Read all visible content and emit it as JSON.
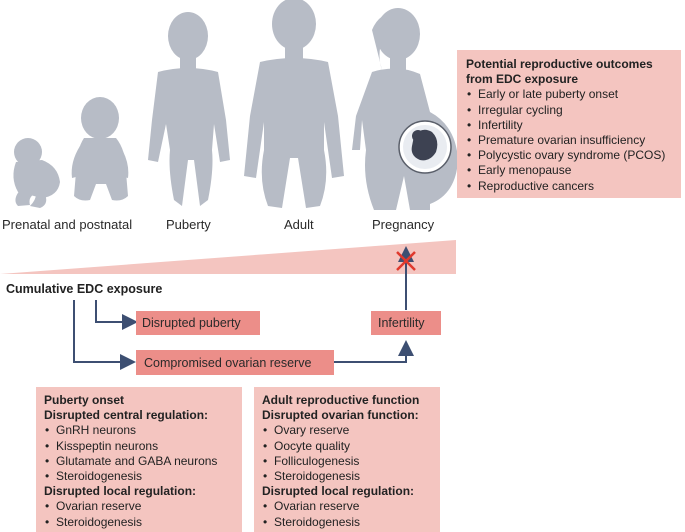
{
  "colors": {
    "silhouette": "#b7bcc6",
    "box_light": "#f4c5c0",
    "box_strong": "#ec8e89",
    "arrow": "#3d4f72",
    "cross": "#e0392d"
  },
  "stages": [
    {
      "label": "Prenatal and postnatal",
      "icon": "infant-silhouette"
    },
    {
      "label": "Puberty",
      "icon": "adolescent-silhouette"
    },
    {
      "label": "Adult",
      "icon": "adult-silhouette"
    },
    {
      "label": "Pregnancy",
      "icon": "pregnant-silhouette"
    }
  ],
  "outcomes": {
    "title_line1": "Potential reproductive outcomes",
    "title_line2": "from EDC exposure",
    "items": [
      "Early or late puberty onset",
      "Irregular cycling",
      "Infertility",
      "Premature ovarian insufficiency",
      "Polycystic ovary syndrome (PCOS)",
      "Early menopause",
      "Reproductive cancers"
    ]
  },
  "exposure_label": "Cumulative EDC exposure",
  "effects": {
    "disrupted_puberty": "Disrupted puberty",
    "compromised_reserve": "Compromised ovarian reserve",
    "infertility": "Infertility"
  },
  "puberty_panel": {
    "heading": "Puberty onset",
    "central_title": "Disrupted central regulation:",
    "central_items": [
      "GnRH neurons",
      "Kisspeptin neurons",
      "Glutamate and GABA neurons",
      "Steroidogenesis"
    ],
    "local_title": "Disrupted local regulation:",
    "local_items": [
      "Ovarian reserve",
      "Steroidogenesis"
    ]
  },
  "adult_panel": {
    "heading": "Adult reproductive function",
    "ovarian_title": "Disrupted ovarian function:",
    "ovarian_items": [
      "Ovary reserve",
      "Oocyte quality",
      "Folliculogenesis",
      "Steroidogenesis"
    ],
    "local_title": "Disrupted local regulation:",
    "local_items": [
      "Ovarian reserve",
      "Steroidogenesis"
    ]
  }
}
